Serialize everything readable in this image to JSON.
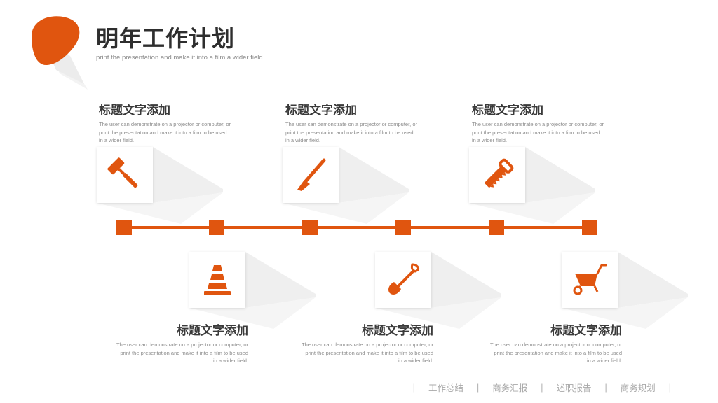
{
  "header": {
    "title": "明年工作计划",
    "subtitle": "print the presentation and make it into a film a wider field"
  },
  "colors": {
    "accent": "#e0550f",
    "text": "#333333",
    "muted": "#8c8c8c"
  },
  "items": [
    {
      "title": "标题文字添加",
      "desc": "The user can demonstrate on a projector or computer, or print the presentation and make it into a film to be used in a wider field.",
      "icon": "paint-roller-icon"
    },
    {
      "title": "标题文字添加",
      "desc": "The user can demonstrate on a projector or computer, or print the presentation and make it into a film to be used in a wider field.",
      "icon": "trowel-icon"
    },
    {
      "title": "标题文字添加",
      "desc": "The user can demonstrate on a projector or computer, or print the presentation and make it into a film to be used in a wider field.",
      "icon": "saw-icon"
    },
    {
      "title": "标题文字添加",
      "desc": "The user can demonstrate on a projector or computer, or print the presentation and make it into a film to be used in a wider field.",
      "icon": "traffic-cone-icon"
    },
    {
      "title": "标题文字添加",
      "desc": "The user can demonstrate on a projector or computer, or print the presentation and make it into a film to be used in a wider field.",
      "icon": "shovel-icon"
    },
    {
      "title": "标题文字添加",
      "desc": "The user can demonstrate on a projector or computer, or print the presentation and make it into a film to be used in a wider field.",
      "icon": "wheelbarrow-icon"
    }
  ],
  "footer": {
    "links": [
      "工作总结",
      "商务汇报",
      "述职报告",
      "商务规划"
    ]
  }
}
